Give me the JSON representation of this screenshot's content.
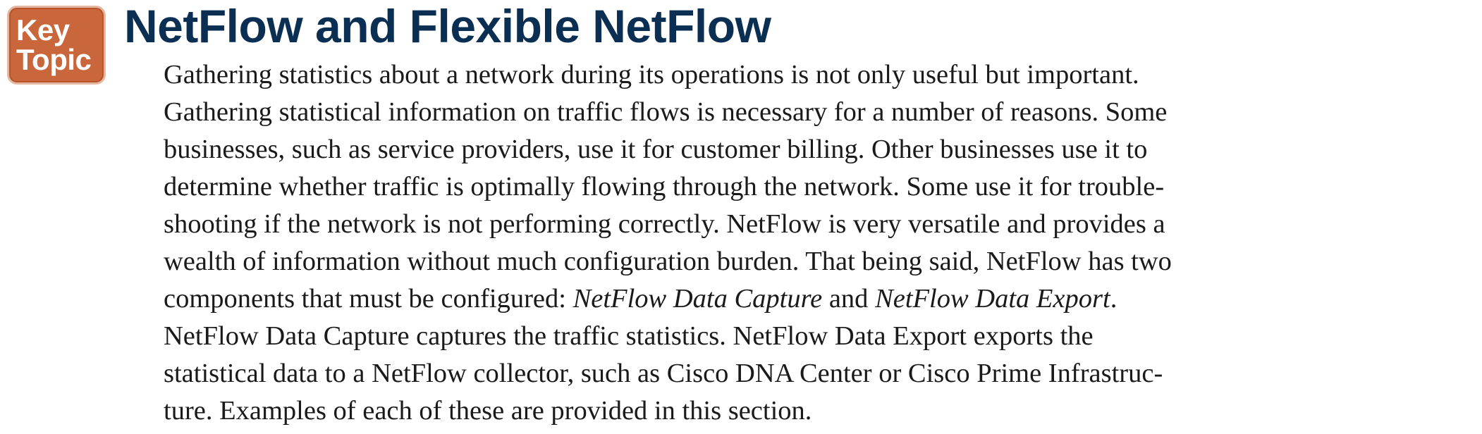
{
  "badge": {
    "line1": "Key",
    "line2": "Topic"
  },
  "heading": "NetFlow and Flexible NetFlow",
  "paragraph": {
    "lines": [
      "Gathering statistics about a network during its operations is not only useful but important.",
      "Gathering statistical information on traffic flows is necessary for a number of reasons. Some",
      "businesses, such as service providers, use it for customer billing. Other businesses use it to",
      "determine whether traffic is optimally flowing through the network. Some use it for trouble-",
      "shooting if the network is not performing correctly. NetFlow is very versatile and provides a",
      "wealth of information without much configuration burden. That being said, NetFlow has two"
    ],
    "line7": {
      "before": "components that must be configured: ",
      "term1": "NetFlow Data Capture",
      "middle": " and ",
      "term2": "NetFlow Data Export",
      "after": "."
    },
    "tail_lines": [
      "NetFlow Data Capture captures the traffic statistics. NetFlow Data Export exports the",
      "statistical data to a NetFlow collector, such as Cisco DNA Center or Cisco Prime Infrastruc-",
      "ture. Examples of each of these are provided in this section."
    ]
  }
}
